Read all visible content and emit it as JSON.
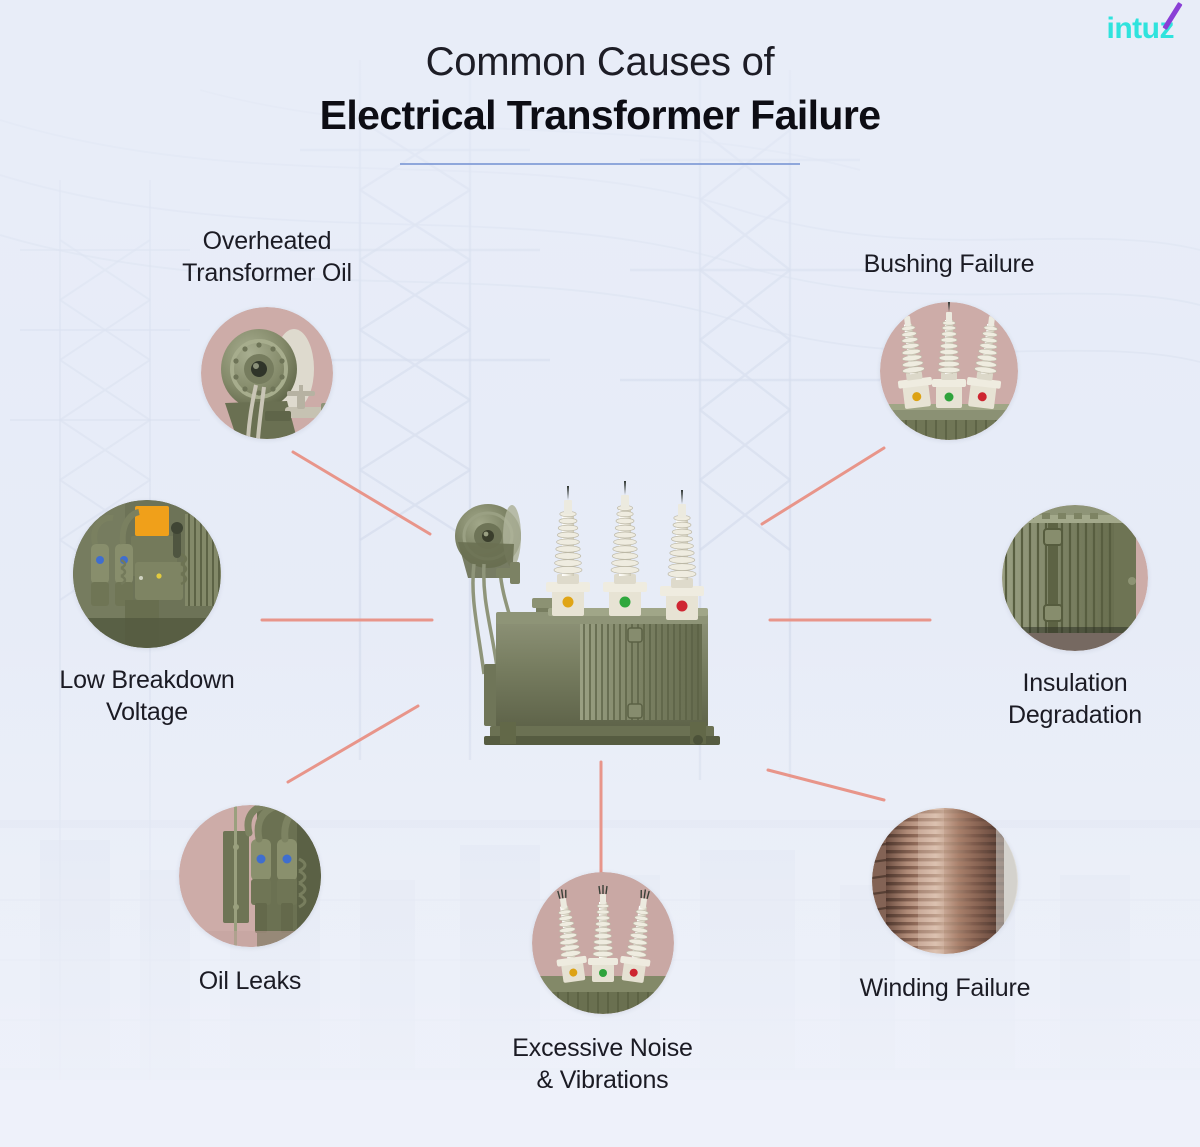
{
  "page": {
    "background_color": "#e7ecf7",
    "accent_line_color": "#e8958a",
    "rule_color": "#7f9ad6"
  },
  "logo": {
    "name": "intuz",
    "text_main": "intu",
    "text_accent": "z",
    "color_primary": "#2fe3dd",
    "color_accent": "#8a3fd6"
  },
  "header": {
    "title_line1": "Common Causes of",
    "title_line2": "Electrical Transformer Failure"
  },
  "center": {
    "alt": "Three-phase oil-immersed power transformer with three porcelain bushings, conservator tank and radiator fins"
  },
  "nodes": [
    {
      "id": "overheated-transformer-oil",
      "label": "Overheated\nTransformer Oil",
      "label_position": "above",
      "image_alt": "Close-up of transformer conservator tank flange and oil valve",
      "circle_bg": "#cdaca8",
      "circle_diameter": 132
    },
    {
      "id": "low-breakdown-voltage",
      "label": "Low Breakdown\nVoltage",
      "label_position": "below",
      "image_alt": "Olive green transformer control cabinet with orange indicator panel",
      "circle_bg": "#5d6348",
      "circle_diameter": 148
    },
    {
      "id": "oil-leaks",
      "label": "Oil Leaks",
      "label_position": "below",
      "image_alt": "Transformer oil valves and piping showing leakage points",
      "circle_bg": "#cdaca8",
      "circle_diameter": 142
    },
    {
      "id": "excessive-noise-and-vibrations",
      "label": "Excessive Noise\n& Vibrations",
      "label_position": "below",
      "image_alt": "Three porcelain transformer bushings with coloured phase indicators",
      "circle_bg": "#cdaca8",
      "circle_diameter": 142
    },
    {
      "id": "winding-failure",
      "label": "Winding Failure",
      "label_position": "below",
      "image_alt": "Copper transformer winding coil with tightly wound turns",
      "circle_bg": "#8d6a5c",
      "circle_diameter": 146
    },
    {
      "id": "insulation-degradation",
      "label": "Insulation\nDegradation",
      "label_position": "below",
      "image_alt": "Transformer radiator fin bank in olive green",
      "circle_bg": "#cdaca8",
      "circle_diameter": 146
    },
    {
      "id": "bushing-failure",
      "label": "Bushing Failure",
      "label_position": "above",
      "image_alt": "Three white ribbed porcelain bushings mounted on transformer tank",
      "circle_bg": "#cdaca8",
      "circle_diameter": 138
    }
  ]
}
